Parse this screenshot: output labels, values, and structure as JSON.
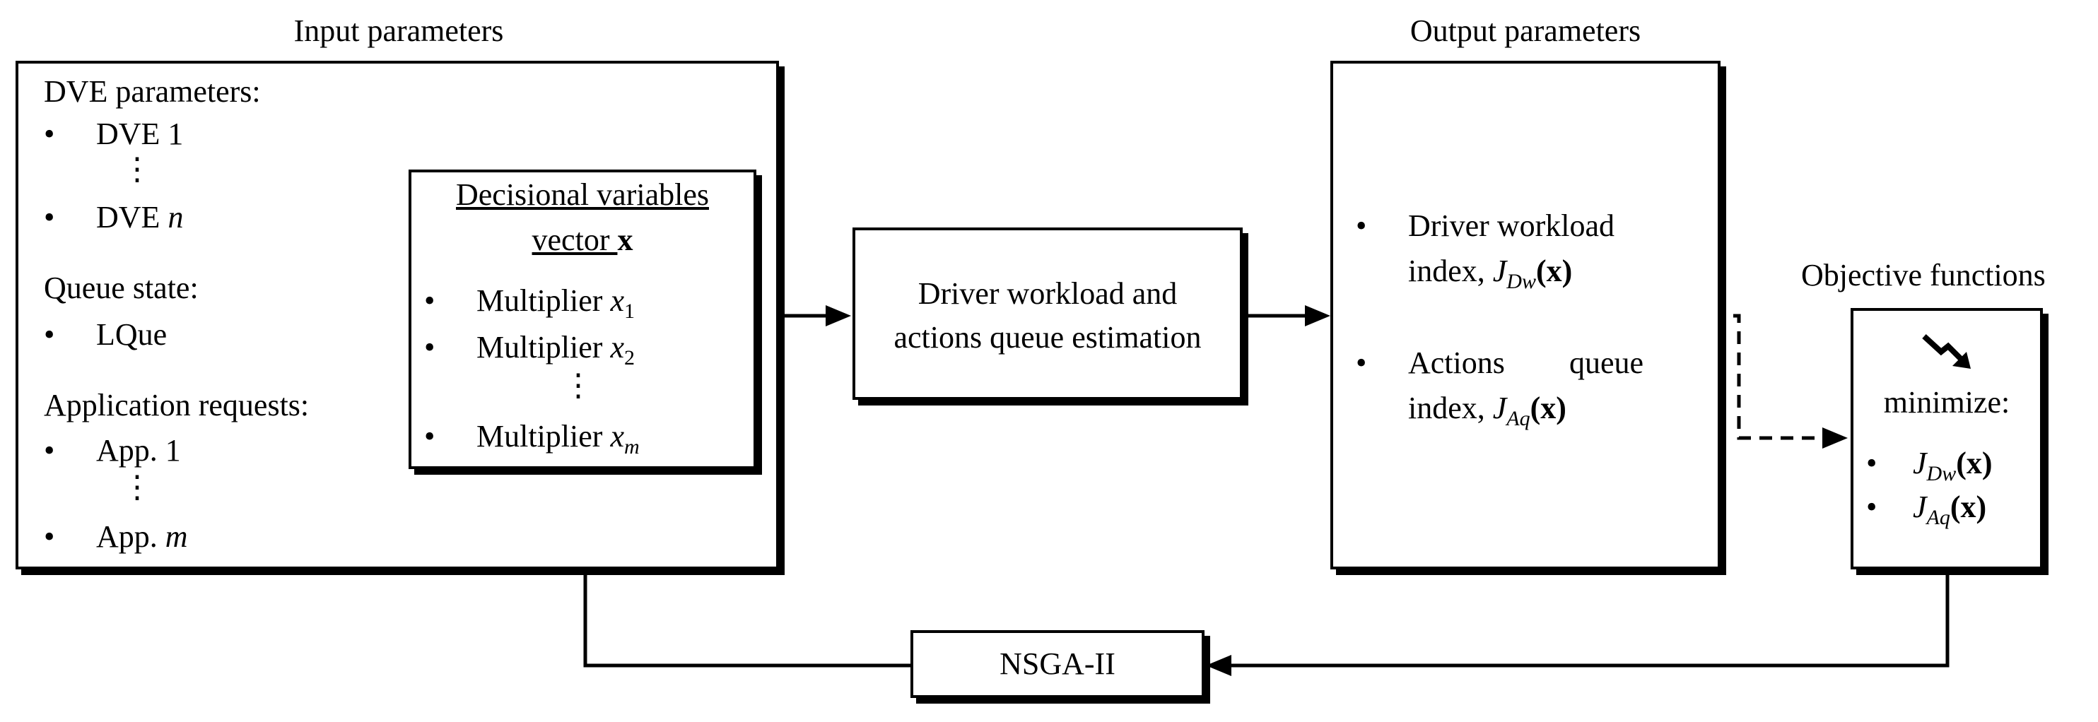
{
  "input_panel": {
    "title": "Input parameters",
    "dve_heading": "DVE parameters:",
    "dve_first": "DVE 1",
    "dve_last_prefix": "DVE ",
    "dve_last_var": "n",
    "queue_heading": "Queue state:",
    "queue_item": "LQue",
    "app_heading": "Application requests:",
    "app_first": "App. 1",
    "app_last_prefix": "App. ",
    "app_last_var": "m",
    "bullet": "•",
    "vdots": "⋮"
  },
  "decision_box": {
    "title_line1": "Decisional variables",
    "title_line2": "vector ",
    "title_vec": "x",
    "item_label": "Multiplier ",
    "var": "x",
    "sub1": "1",
    "sub2": "2",
    "subm": "m"
  },
  "estimation_box": {
    "line1": "Driver workload and",
    "line2": "actions queue estimation"
  },
  "output_panel": {
    "title": "Output parameters",
    "item1_line1": "Driver workload",
    "item1_line2": "index, ",
    "item2_line1_a": "Actions",
    "item2_line1_b": "queue",
    "item2_line2": "index, ",
    "J": "J",
    "sub_dw": "Dw",
    "sub_aq": "Aq",
    "arg": "(x)"
  },
  "objective_panel": {
    "title": "Objective functions",
    "icon": "trend-down-icon",
    "minimize": "minimize:"
  },
  "nsga_box": {
    "label": "NSGA-II"
  }
}
